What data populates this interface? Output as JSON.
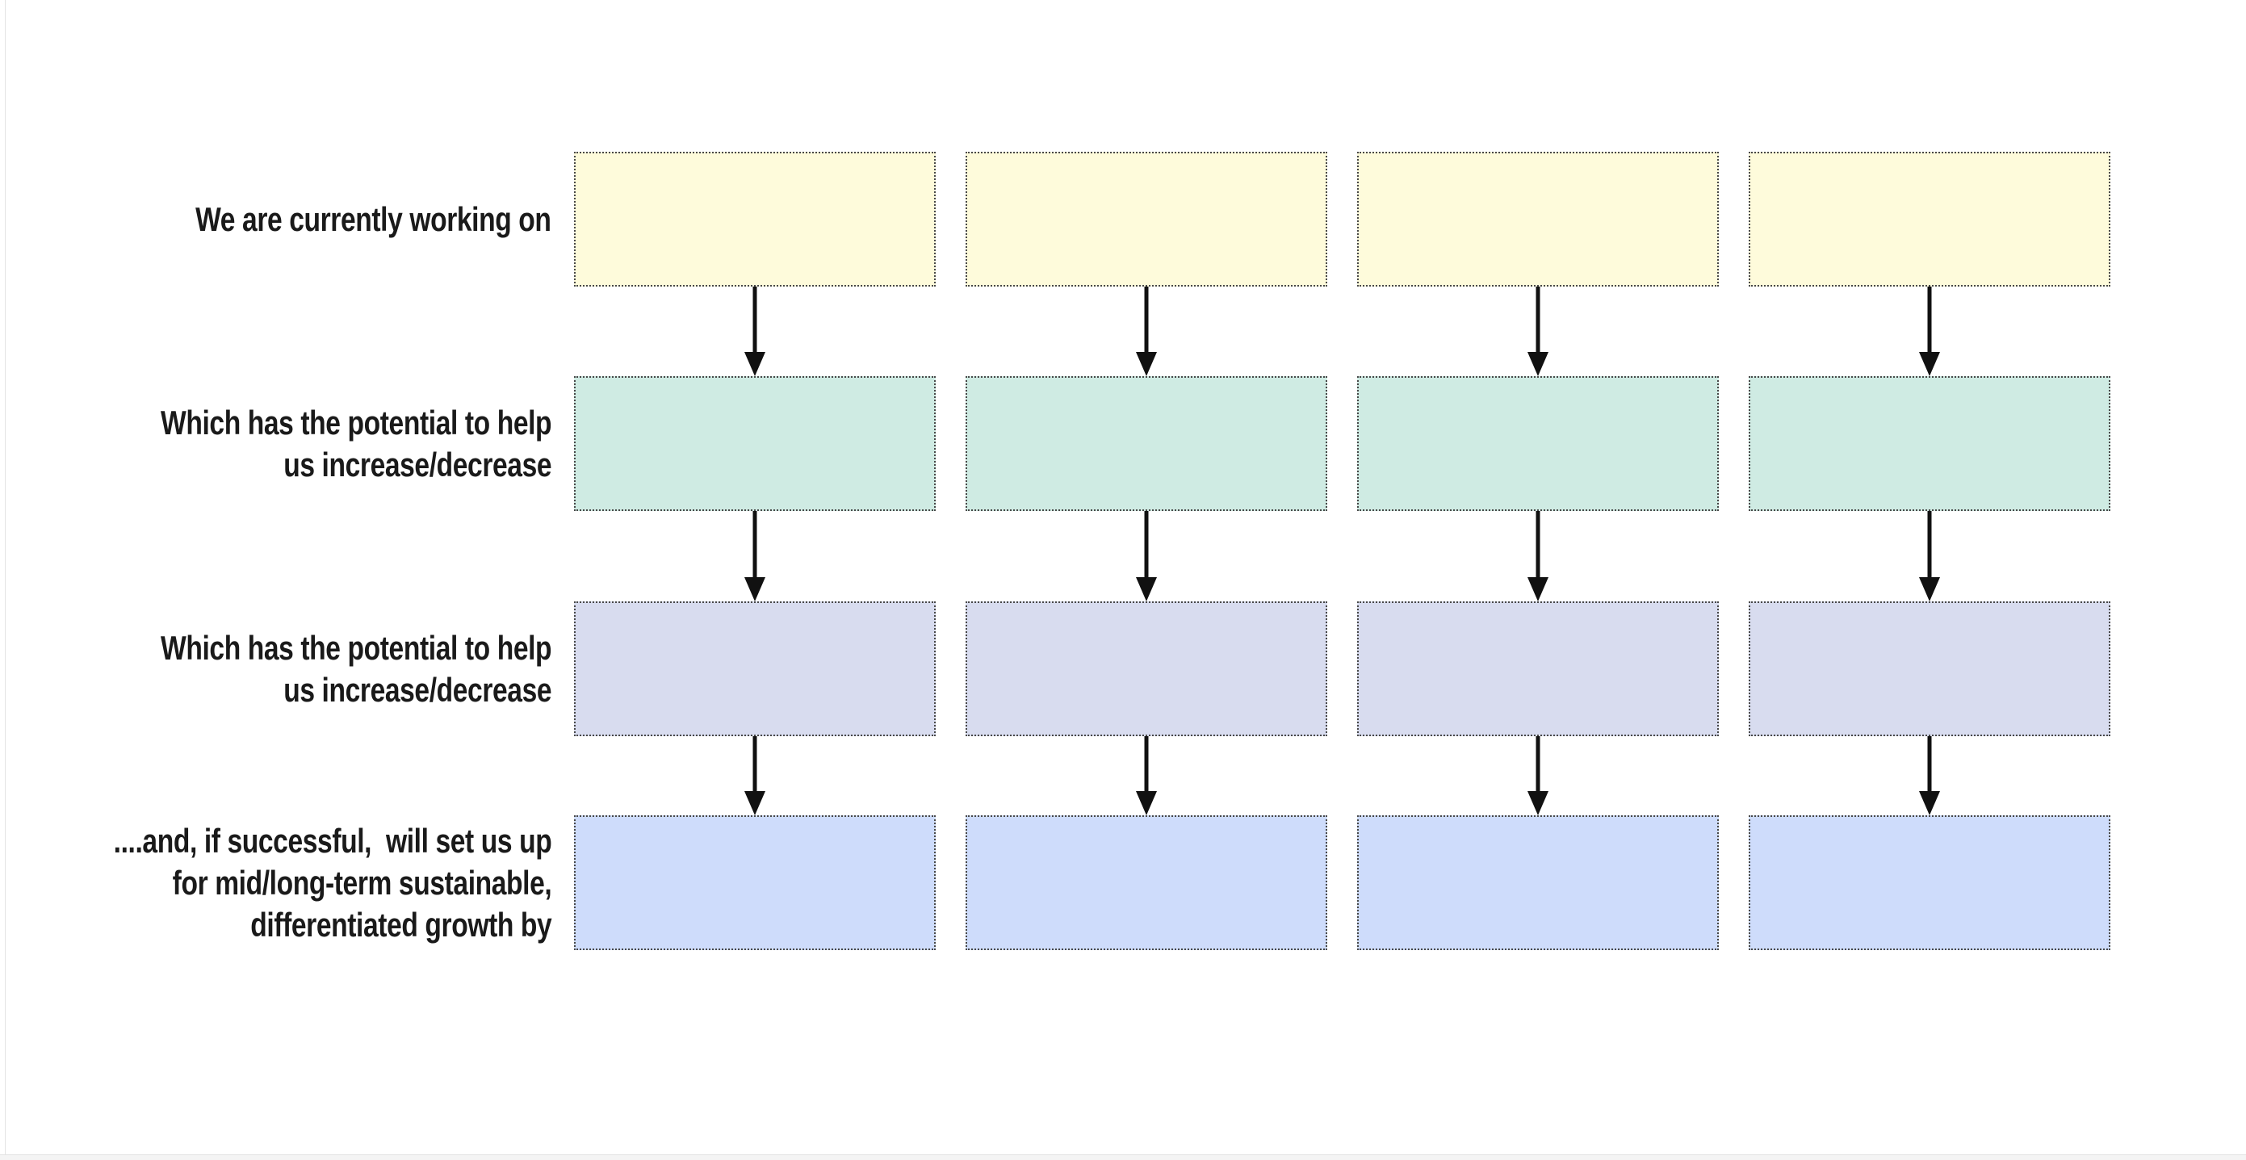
{
  "page": {
    "background": "#ffffff",
    "canvas_edge_line_color": "#e4e4e4",
    "outside_canvas_color": "#f4f4f4"
  },
  "diagram": {
    "columns": 4,
    "arrow_color": "#111111",
    "box_border_color": "#484848",
    "label_text_color": "#1a1a1a",
    "rows": [
      {
        "label": "We are currently working on",
        "box_fill": "#fefbdb"
      },
      {
        "label": "Which has the potential to help\nus increase/decrease",
        "box_fill": "#cfebe3"
      },
      {
        "label": "Which has the potential to help\nus increase/decrease",
        "box_fill": "#d8dcef"
      },
      {
        "label": "....and, if successful,  will set us up\nfor mid/long-term sustainable,\ndifferentiated growth by",
        "box_fill": "#cedcfb"
      }
    ]
  }
}
